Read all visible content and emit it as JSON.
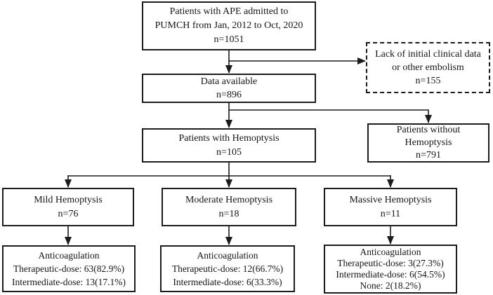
{
  "colors": {
    "line": "#1c1c1c",
    "text": "#161616",
    "background": "#ffffff"
  },
  "flowchart": {
    "boxes": {
      "ape": {
        "lines": [
          "Patients with APE admitted to",
          "PUMCH from Jan, 2012 to Oct, 2020",
          "n=1051"
        ]
      },
      "excluded": {
        "lines": [
          "Lack of initial clinical data",
          "or other embolism",
          "n=155"
        ]
      },
      "data_available": {
        "lines": [
          "Data available",
          "n=896"
        ]
      },
      "with_hemoptysis": {
        "lines": [
          "Patients with Hemoptysis",
          "n=105"
        ]
      },
      "without_hemoptysis": {
        "lines": [
          "Patients without",
          "Hemoptysis",
          "n=791"
        ]
      },
      "mild": {
        "lines": [
          "Mild Hemoptysis",
          "n=76"
        ]
      },
      "moderate": {
        "lines": [
          "Moderate Hemoptysis",
          "n=18"
        ]
      },
      "massive": {
        "lines": [
          "Massive Hemoptysis",
          "n=11"
        ]
      },
      "mild_anticoagulation": {
        "lines": [
          "Anticoagulation",
          "Therapeutic-dose: 63(82.9%)",
          "Intermediate-dose: 13(17.1%)"
        ]
      },
      "moderate_anticoagulation": {
        "lines": [
          "Anticoagulation",
          "Therapeutic-dose: 12(66.7%)",
          "Intermediate-dose: 6(33.3%)"
        ]
      },
      "massive_anticoagulation": {
        "lines": [
          "Anticoagulation",
          "Therapeutic-dose: 3(27.3%)",
          "Intermediate-dose: 6(54.5%)",
          "None: 2(18.2%)"
        ]
      }
    }
  }
}
